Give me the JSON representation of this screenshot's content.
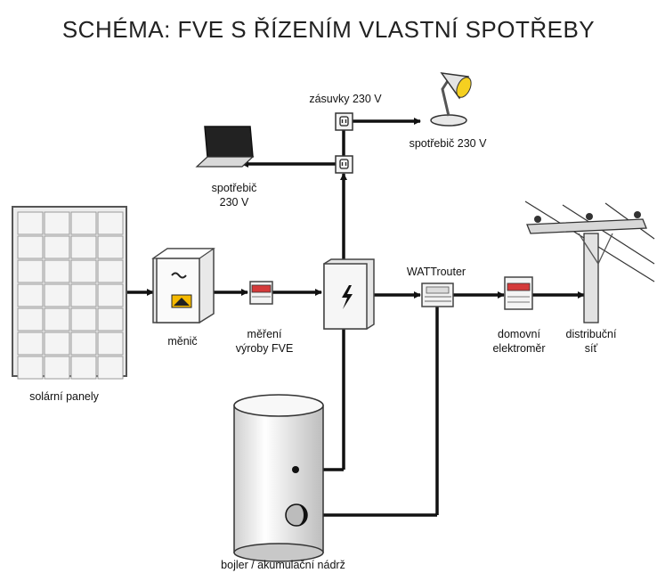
{
  "title": "SCHÉMA: FVE S ŘÍZENÍM VLASTNÍ SPOTŘEBY",
  "labels": {
    "outlets": "zásuvky 230 V",
    "lamp_appliance": "spotřebič 230 V",
    "laptop_appliance_line1": "spotřebič",
    "laptop_appliance_line2": "230 V",
    "wattrouter": "WATTrouter",
    "solar_panels": "solární panely",
    "inverter": "měnič",
    "pv_meter_line1": "měření",
    "pv_meter_line2": "výroby FVE",
    "home_meter_line1": "domovní",
    "home_meter_line2": "elektroměr",
    "grid_line1": "distribuční",
    "grid_line2": "síť",
    "boiler": "bojler / akumulační nádrž"
  },
  "colors": {
    "line": "#111111",
    "lamp_shade": "#f5d020",
    "display_red": "#d43a3a"
  }
}
